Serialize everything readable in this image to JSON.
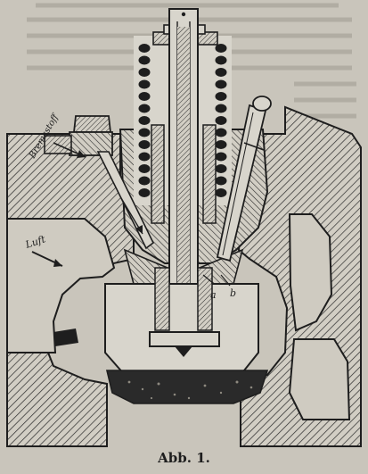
{
  "figure": {
    "caption": "Abb. 1.",
    "labels": {
      "bremsstoff": "Bremsstoff",
      "luft": "Luft",
      "a": "a",
      "b": "b"
    },
    "colors": {
      "paper": "#c9c5bb",
      "ink": "#1e1e1e",
      "hatch": "#2b2b2b",
      "light_metal": "#d8d5cc"
    }
  }
}
